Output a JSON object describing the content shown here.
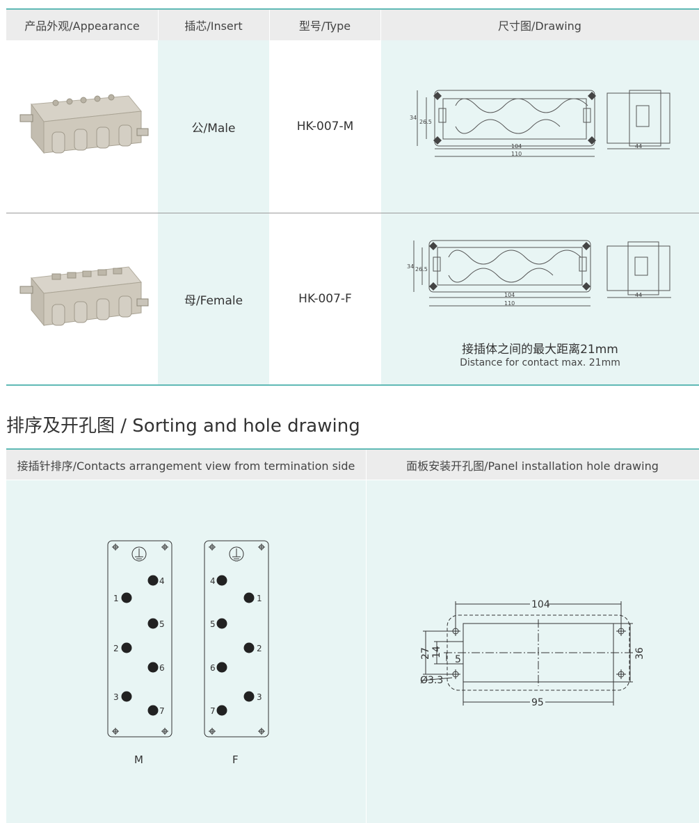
{
  "table1": {
    "headers": {
      "appearance": "产品外观/Appearance",
      "insert": "插芯/Insert",
      "type": "型号/Type",
      "drawing": "尺寸图/Drawing"
    },
    "rows": [
      {
        "insert": "公/Male",
        "type": "HK-007-M"
      },
      {
        "insert": "母/Female",
        "type": "HK-007-F"
      }
    ],
    "drawing_dims": {
      "width_inner": "104",
      "width_outer": "110",
      "height_outer": "34",
      "height_inner": "26.5",
      "depth": "44"
    },
    "note_cn": "接插体之间的最大距离21mm",
    "note_en": "Distance for contact max. 21mm"
  },
  "section": {
    "title": "排序及开孔图 / Sorting and hole drawing"
  },
  "table2": {
    "headers": {
      "contacts": "接插针排序/Contacts arrangement view from termination side",
      "panel": "面板安装开孔图/Panel installation hole drawing"
    },
    "male": {
      "label": "M",
      "pins": [
        "4",
        "1",
        "5",
        "2",
        "6",
        "3",
        "7"
      ]
    },
    "female": {
      "label": "F",
      "pins": [
        "4",
        "1",
        "5",
        "2",
        "6",
        "3",
        "7"
      ]
    },
    "panel_dims": {
      "top": "104",
      "bottom": "95",
      "left_outer": "27",
      "left_inner": "14",
      "center": "5",
      "right": "36",
      "hole": "Ø3.3"
    }
  },
  "colors": {
    "accent": "#5fb9b5",
    "tint": "#e8f5f4",
    "header": "#ececec"
  }
}
